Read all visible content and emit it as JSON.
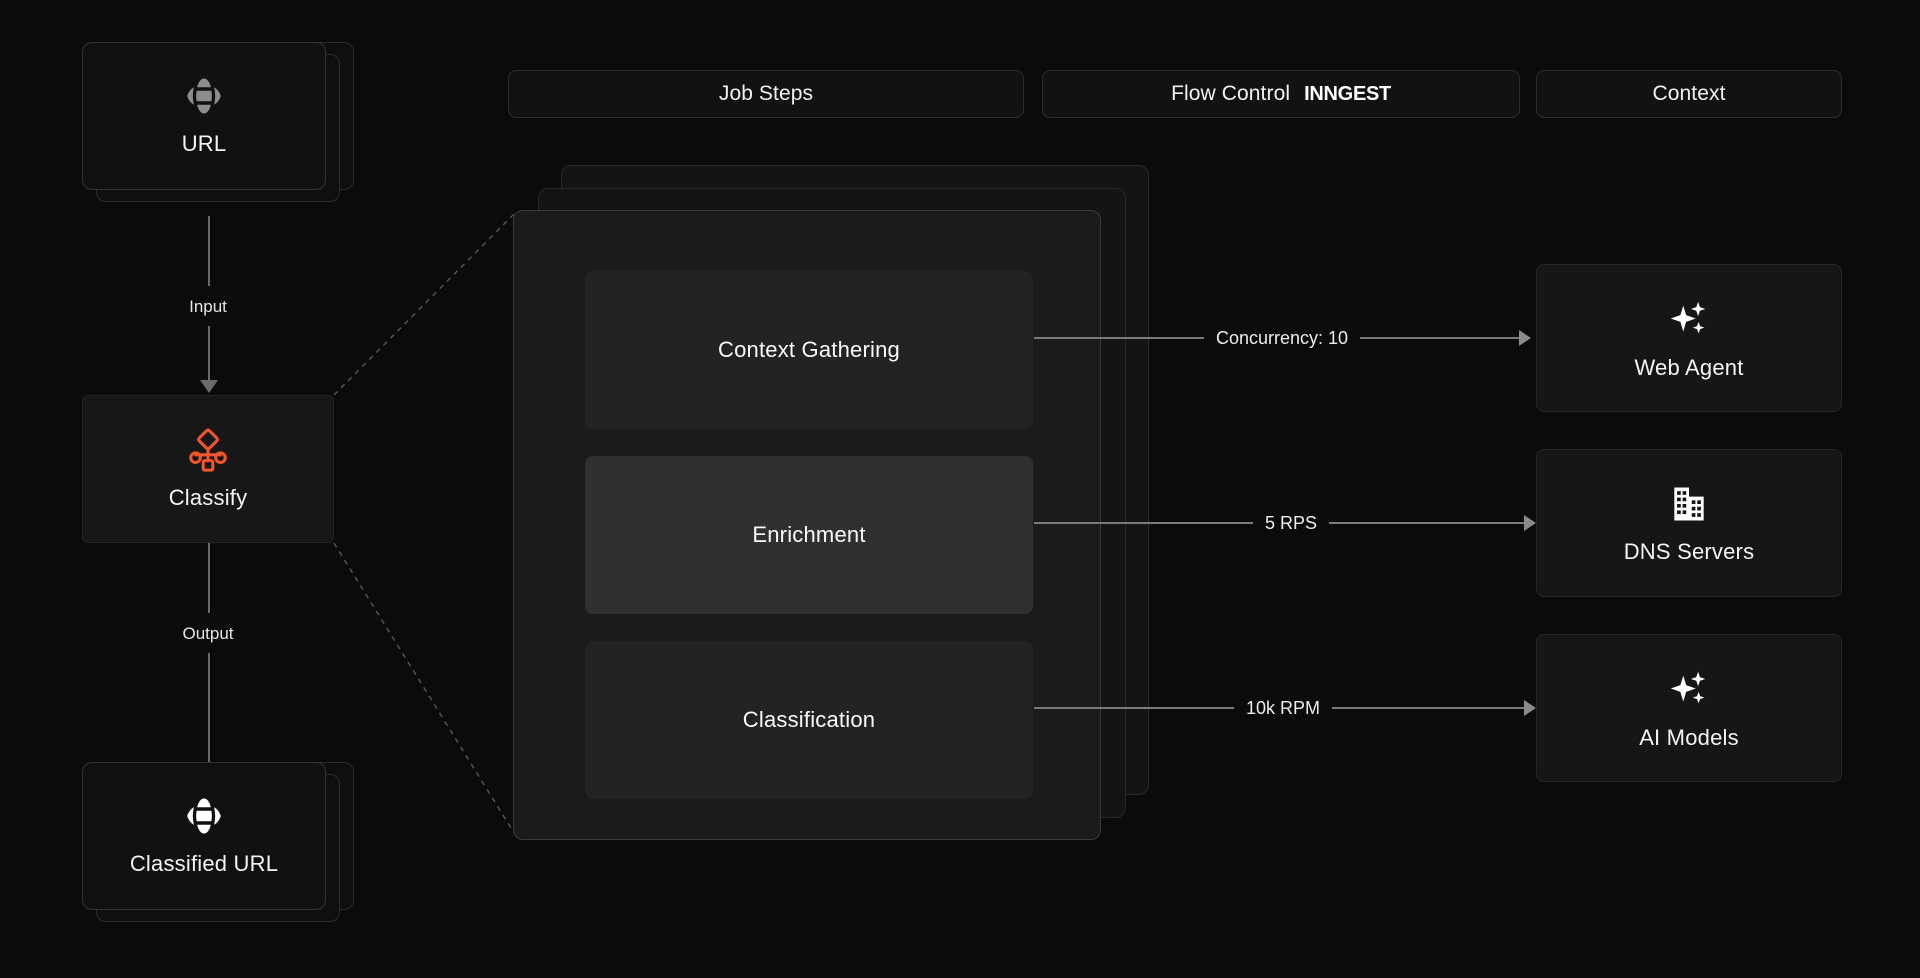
{
  "theme": {
    "background": "#0b0b0b",
    "card_bg": "#121212",
    "card_border": "#2a2a2a",
    "accent_orange": "#F2552C",
    "text_primary": "#f4f4f4",
    "connector": "#7a7a7a",
    "step_card_bg": "#232323",
    "step_card_highlight_bg": "#303030"
  },
  "headers": [
    {
      "id": "job-steps",
      "label": "Job Steps",
      "brand": ""
    },
    {
      "id": "flow-control",
      "label": "Flow Control",
      "brand": "INNGEST"
    },
    {
      "id": "context",
      "label": "Context",
      "brand": ""
    }
  ],
  "pipeline": {
    "input_node": {
      "label": "URL",
      "icon": "globe-icon",
      "stacked": true,
      "icon_color": "#8a8a8a"
    },
    "input_edge_label": "Input",
    "process_node": {
      "label": "Classify",
      "icon": "workflow-branch-icon",
      "icon_color": "#F2552C"
    },
    "output_edge_label": "Output",
    "output_node": {
      "label": "Classified URL",
      "icon": "globe-icon",
      "stacked": true,
      "icon_color": "#ffffff"
    }
  },
  "job_steps": {
    "stack_layers": 3,
    "steps": [
      {
        "label": "Context Gathering",
        "highlighted": false
      },
      {
        "label": "Enrichment",
        "highlighted": true
      },
      {
        "label": "Classification",
        "highlighted": false
      }
    ]
  },
  "flow_connectors": [
    {
      "label": "Concurrency: 10",
      "from": "Context Gathering",
      "to": "Web Agent"
    },
    {
      "label": "5 RPS",
      "from": "Enrichment",
      "to": "DNS Servers"
    },
    {
      "label": "10k RPM",
      "from": "Classification",
      "to": "AI Models"
    }
  ],
  "context_resources": [
    {
      "label": "Web Agent",
      "icon": "sparkles-icon"
    },
    {
      "label": "DNS Servers",
      "icon": "building-icon"
    },
    {
      "label": "AI Models",
      "icon": "sparkles-icon"
    }
  ]
}
